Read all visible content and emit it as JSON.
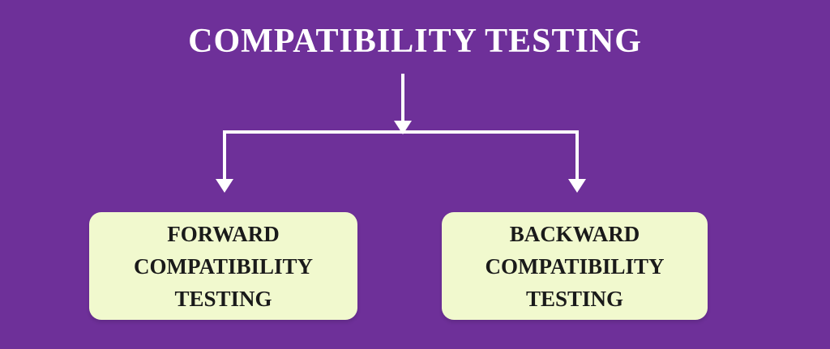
{
  "colors": {
    "background": "#6E3099",
    "box_fill": "#F1F9CE",
    "box_text": "#1a1a1a",
    "connector": "#FFFFFF",
    "title_text": "#FFFFFF"
  },
  "diagram": {
    "title": "COMPATIBILITY TESTING",
    "type": "flowchart-tree",
    "boxes": [
      {
        "id": "forward",
        "lines": [
          "FORWARD",
          "COMPATIBILITY",
          "TESTING"
        ]
      },
      {
        "id": "backward",
        "lines": [
          "BACKWARD",
          "COMPATIBILITY",
          "TESTING"
        ]
      }
    ]
  }
}
